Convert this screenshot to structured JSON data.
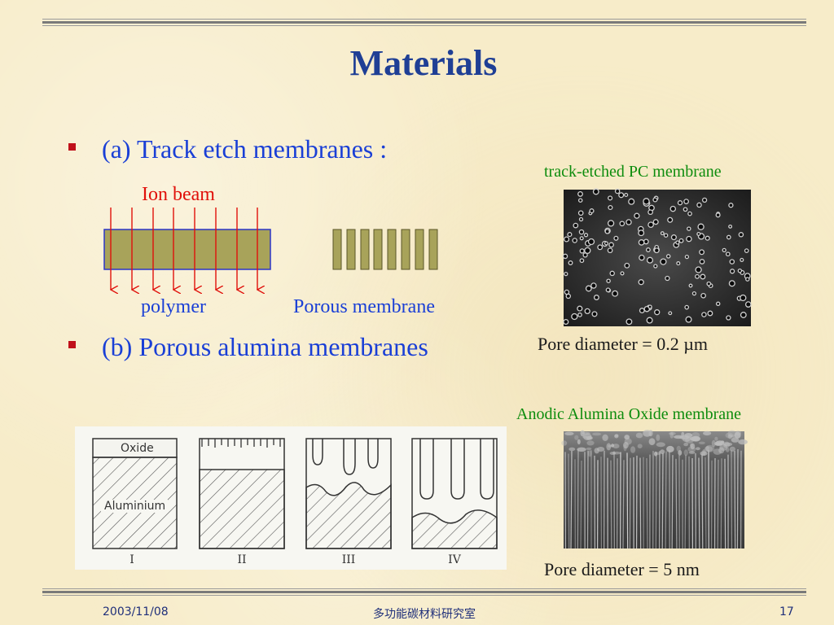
{
  "slide": {
    "title": "Materials",
    "bullets": [
      {
        "text": "(a) Track etch membranes :"
      },
      {
        "text": "(b) Porous alumina membranes"
      }
    ],
    "labels": {
      "ion_beam": "Ion beam",
      "polymer": "polymer",
      "porous_membrane": "Porous membrane"
    },
    "images": {
      "pc": {
        "caption_title": "track-etched PC membrane",
        "caption_pore": "Pore diameter = 0.2 µm"
      },
      "aao": {
        "caption_title": "Anodic Alumina Oxide membrane",
        "caption_pore": "Pore diameter = 5 nm"
      }
    },
    "anodization_figure": {
      "oxide_label": "Oxide",
      "aluminium_label": "Aluminium",
      "stages": [
        "I",
        "II",
        "III",
        "IV"
      ]
    },
    "footer": {
      "date": "2003/11/08",
      "lab": "多功能碳材料研究室",
      "page": "17"
    },
    "colors": {
      "title": "#1f3f95",
      "bullet_text": "#1a3fd6",
      "bullet_marker": "#c0101a",
      "ion_beam": "#e0100a",
      "image_caption": "#0d8c0d",
      "polymer_fill": "#a8a35a"
    }
  }
}
